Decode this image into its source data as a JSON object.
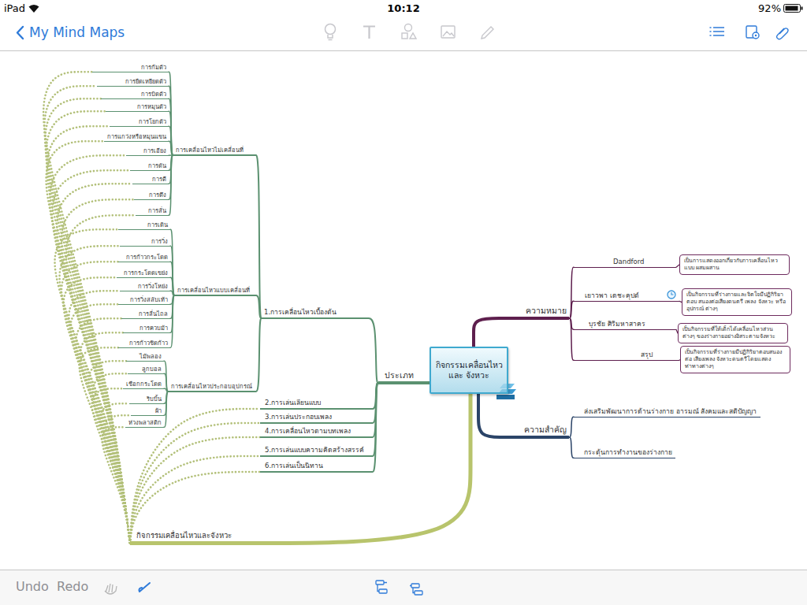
{
  "diagram": {
    "nodes": [
      {
        "text": [
          "กิจกรรมเคลื่อนไหวและ จังหวะ"
        ]
      },
      {
        "text": [
          "ประเภท"
        ]
      },
      {
        "text": [
          "1.การเคลื่อนไหวเบื้องต้น"
        ]
      },
      {
        "text": [
          "การเคลื่อนไหวไม่เคลื่อนที่"
        ]
      },
      {
        "text": [
          "การก้มตัว"
        ]
      },
      {
        "text": [
          "การยืดเหยียดตัว"
        ]
      },
      {
        "text": [
          "การบิดตัว"
        ]
      },
      {
        "text": [
          "การหมุนตัว"
        ]
      },
      {
        "text": [
          "การโยกตัว"
        ]
      },
      {
        "text": [
          "การแกว่งหรือหมุนแขน"
        ]
      },
      {
        "text": [
          "การเอียง"
        ]
      },
      {
        "text": [
          "การดัน"
        ]
      },
      {
        "text": [
          "การตี"
        ]
      },
      {
        "text": [
          "การดึง"
        ]
      },
      {
        "text": [
          "การสั่น"
        ]
      },
      {
        "text": [
          "การเคลื่อนไหวแบบเคลื่อนที่"
        ]
      },
      {
        "text": [
          "การเดิน"
        ]
      },
      {
        "text": [
          "การวิ่ง"
        ]
      },
      {
        "text": [
          "การก้าวกระโดด"
        ]
      },
      {
        "text": [
          "การกระโดดเขย่ง"
        ]
      },
      {
        "text": [
          "การวิ่งโหย่ง"
        ]
      },
      {
        "text": [
          "การวิ่งสลับเท้า"
        ]
      },
      {
        "text": [
          "การลื่นไถล"
        ]
      },
      {
        "text": [
          "การควบม้า"
        ]
      },
      {
        "text": [
          "การก้าวชิดก้าว"
        ]
      },
      {
        "text": [
          "การเคลื่อนไหวประกอบอุปกรณ์"
        ]
      },
      {
        "text": [
          "ไม้พลอง"
        ]
      },
      {
        "text": [
          "ลูกบอล"
        ]
      },
      {
        "text": [
          "เชือกกระโดด"
        ]
      },
      {
        "text": [
          "ริบบิ้น"
        ]
      },
      {
        "text": [
          "ผ้า"
        ]
      },
      {
        "text": [
          "ห่วงพลาสติก"
        ]
      },
      {
        "text": [
          "2.การเล่นเลียนแบบ"
        ]
      },
      {
        "text": [
          "3.การเล่นประกอบเพลง"
        ]
      },
      {
        "text": [
          "4.การเคลื่อนไหวตามบทเพลง"
        ]
      },
      {
        "text": [
          "5.การเล่นแบบความคิดสร้างสรรค์"
        ]
      },
      {
        "text": [
          "6.การเล่นเป็นนิทาน"
        ]
      },
      {
        "text": [
          "กิจกรรมเคลื่อนไหวและจังหวะ"
        ]
      },
      {
        "text": [
          "ความหมาย"
        ]
      },
      {
        "text": [
          "Dandford"
        ]
      },
      {
        "text": [
          "เป็นการแสดงออกเกี่ยวกับการเคลื่อนไหวแบบ ผสมผสาน"
        ]
      },
      {
        "text": [
          "เยาวพา เดชะคุปต์"
        ]
      },
      {
        "text": [
          "เป็นกิจกรรมที่ร่างกายและจิตใจมีปฏิกิริยาตอบ สนองต่อเสียงดนตรี เพลง จังหวะ หรืออุปกรณ์ ต่างๆ"
        ]
      },
      {
        "text": [
          "บุรชัย ศิริมหาสาคร"
        ]
      },
      {
        "text": [
          "เป็นกิจกรรมที่ให้เด็กได้เคลื่อนไหวส่วนต่างๆ ของร่างกายอย่างอิสระตามจังหวะ"
        ]
      },
      {
        "text": [
          "สรุป"
        ]
      },
      {
        "text": [
          "เป็นกิจกรรมที่ร่างกายมีปฏิกิริยาตอบสนองต่อ เสียงเพลง จังหวะดนตรีโดยแสดงท่าทางต่างๆ"
        ]
      },
      {
        "text": [
          "ความสำคัญ"
        ]
      },
      {
        "text": [
          "ส่งเสริมพัฒนาการด้านร่างกาย อารมณ์ สังคมและสติปัญญา"
        ]
      },
      {
        "text": [
          "กระตุ้นการทำงานของร่างกาย"
        ]
      }
    ],
    "edges": [
      {
        "from": 0,
        "to": 1,
        "arrow": "none"
      },
      {
        "from": 0,
        "to": 38,
        "arrow": "none"
      },
      {
        "from": 0,
        "to": 47,
        "arrow": "none"
      },
      {
        "from": 0,
        "to": 37,
        "arrow": "none"
      },
      {
        "from": 1,
        "to": 2,
        "arrow": "none"
      },
      {
        "from": 2,
        "to": 3,
        "arrow": "none"
      },
      {
        "from": 3,
        "to": 4,
        "arrow": "none"
      },
      {
        "from": 3,
        "to": 5,
        "arrow": "none"
      },
      {
        "from": 3,
        "to": 6,
        "arrow": "none"
      },
      {
        "from": 3,
        "to": 7,
        "arrow": "none"
      },
      {
        "from": 3,
        "to": 8,
        "arrow": "none"
      },
      {
        "from": 3,
        "to": 9,
        "arrow": "none"
      },
      {
        "from": 3,
        "to": 10,
        "arrow": "none"
      },
      {
        "from": 3,
        "to": 11,
        "arrow": "none"
      },
      {
        "from": 3,
        "to": 12,
        "arrow": "none"
      },
      {
        "from": 3,
        "to": 13,
        "arrow": "none"
      },
      {
        "from": 3,
        "to": 14,
        "arrow": "none"
      },
      {
        "from": 2,
        "to": 15,
        "arrow": "none"
      },
      {
        "from": 15,
        "to": 16,
        "arrow": "none"
      },
      {
        "from": 15,
        "to": 17,
        "arrow": "none"
      },
      {
        "from": 15,
        "to": 18,
        "arrow": "none"
      },
      {
        "from": 15,
        "to": 19,
        "arrow": "none"
      },
      {
        "from": 15,
        "to": 20,
        "arrow": "none"
      },
      {
        "from": 15,
        "to": 21,
        "arrow": "none"
      },
      {
        "from": 15,
        "to": 22,
        "arrow": "none"
      },
      {
        "from": 15,
        "to": 23,
        "arrow": "none"
      },
      {
        "from": 15,
        "to": 24,
        "arrow": "none"
      },
      {
        "from": 2,
        "to": 25,
        "arrow": "none"
      },
      {
        "from": 25,
        "to": 26,
        "arrow": "none"
      },
      {
        "from": 25,
        "to": 27,
        "arrow": "none"
      },
      {
        "from": 25,
        "to": 28,
        "arrow": "none"
      },
      {
        "from": 25,
        "to": 29,
        "arrow": "none"
      },
      {
        "from": 25,
        "to": 30,
        "arrow": "none"
      },
      {
        "from": 25,
        "to": 31,
        "arrow": "none"
      },
      {
        "from": 1,
        "to": 32,
        "arrow": "none"
      },
      {
        "from": 1,
        "to": 33,
        "arrow": "none"
      },
      {
        "from": 1,
        "to": 34,
        "arrow": "none"
      },
      {
        "from": 1,
        "to": 35,
        "arrow": "none"
      },
      {
        "from": 1,
        "to": 36,
        "arrow": "none"
      },
      {
        "from": 38,
        "to": 39,
        "arrow": "none"
      },
      {
        "from": 39,
        "to": 40,
        "arrow": "none"
      },
      {
        "from": 38,
        "to": 41,
        "arrow": "none"
      },
      {
        "from": 41,
        "to": 42,
        "arrow": "none"
      },
      {
        "from": 38,
        "to": 43,
        "arrow": "none"
      },
      {
        "from": 43,
        "to": 44,
        "arrow": "none"
      },
      {
        "from": 38,
        "to": 45,
        "arrow": "none"
      },
      {
        "from": 45,
        "to": 46,
        "arrow": "none"
      },
      {
        "from": 47,
        "to": 48,
        "arrow": "none"
      },
      {
        "from": 47,
        "to": 49,
        "arrow": "none"
      },
      {
        "from": 37,
        "to": 4,
        "arrow": "none"
      },
      {
        "from": 37,
        "to": 5,
        "arrow": "none"
      },
      {
        "from": 37,
        "to": 6,
        "arrow": "none"
      },
      {
        "from": 37,
        "to": 7,
        "arrow": "none"
      },
      {
        "from": 37,
        "to": 8,
        "arrow": "none"
      },
      {
        "from": 37,
        "to": 9,
        "arrow": "none"
      },
      {
        "from": 37,
        "to": 10,
        "arrow": "none"
      },
      {
        "from": 37,
        "to": 11,
        "arrow": "none"
      },
      {
        "from": 37,
        "to": 12,
        "arrow": "none"
      },
      {
        "from": 37,
        "to": 13,
        "arrow": "none"
      },
      {
        "from": 37,
        "to": 14,
        "arrow": "none"
      },
      {
        "from": 37,
        "to": 16,
        "arrow": "none"
      },
      {
        "from": 37,
        "to": 17,
        "arrow": "none"
      },
      {
        "from": 37,
        "to": 18,
        "arrow": "none"
      },
      {
        "from": 37,
        "to": 19,
        "arrow": "none"
      },
      {
        "from": 37,
        "to": 20,
        "arrow": "none"
      },
      {
        "from": 37,
        "to": 21,
        "arrow": "none"
      },
      {
        "from": 37,
        "to": 22,
        "arrow": "none"
      },
      {
        "from": 37,
        "to": 23,
        "arrow": "none"
      },
      {
        "from": 37,
        "to": 24,
        "arrow": "none"
      },
      {
        "from": 37,
        "to": 26,
        "arrow": "none"
      },
      {
        "from": 37,
        "to": 27,
        "arrow": "none"
      },
      {
        "from": 37,
        "to": 28,
        "arrow": "none"
      },
      {
        "from": 37,
        "to": 29,
        "arrow": "none"
      },
      {
        "from": 37,
        "to": 30,
        "arrow": "none"
      },
      {
        "from": 37,
        "to": 31,
        "arrow": "none"
      },
      {
        "from": 37,
        "to": 32,
        "arrow": "none"
      },
      {
        "from": 37,
        "to": 33,
        "arrow": "none"
      },
      {
        "from": 37,
        "to": 34,
        "arrow": "none"
      },
      {
        "from": 37,
        "to": 35,
        "arrow": "none"
      },
      {
        "from": 37,
        "to": 36,
        "arrow": "none"
      }
    ],
    "labels": [
      "iPad",
      "10:12",
      "92%",
      "My Mind Maps",
      "Undo",
      "Redo"
    ]
  }
}
